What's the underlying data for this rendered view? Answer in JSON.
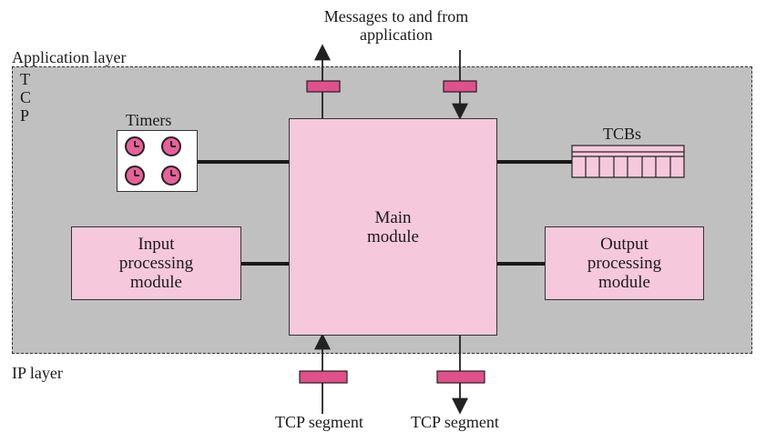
{
  "top_label": [
    "Messages to and from",
    "application"
  ],
  "app_layer": "Application layer",
  "tcp_letters": [
    "T",
    "C",
    "P"
  ],
  "timers_label": "Timers",
  "tcbs_label": "TCBs",
  "main_module": [
    "Main",
    "module"
  ],
  "input_module": [
    "Input",
    "processing",
    "module"
  ],
  "output_module": [
    "Output",
    "processing",
    "module"
  ],
  "ip_layer": "IP layer",
  "bottom_left": "TCP segment",
  "bottom_right": "TCP segment",
  "colors": {
    "module_fill": "#f6c8dc",
    "connector": "#e0508a",
    "zone": "#c0c0c0"
  }
}
